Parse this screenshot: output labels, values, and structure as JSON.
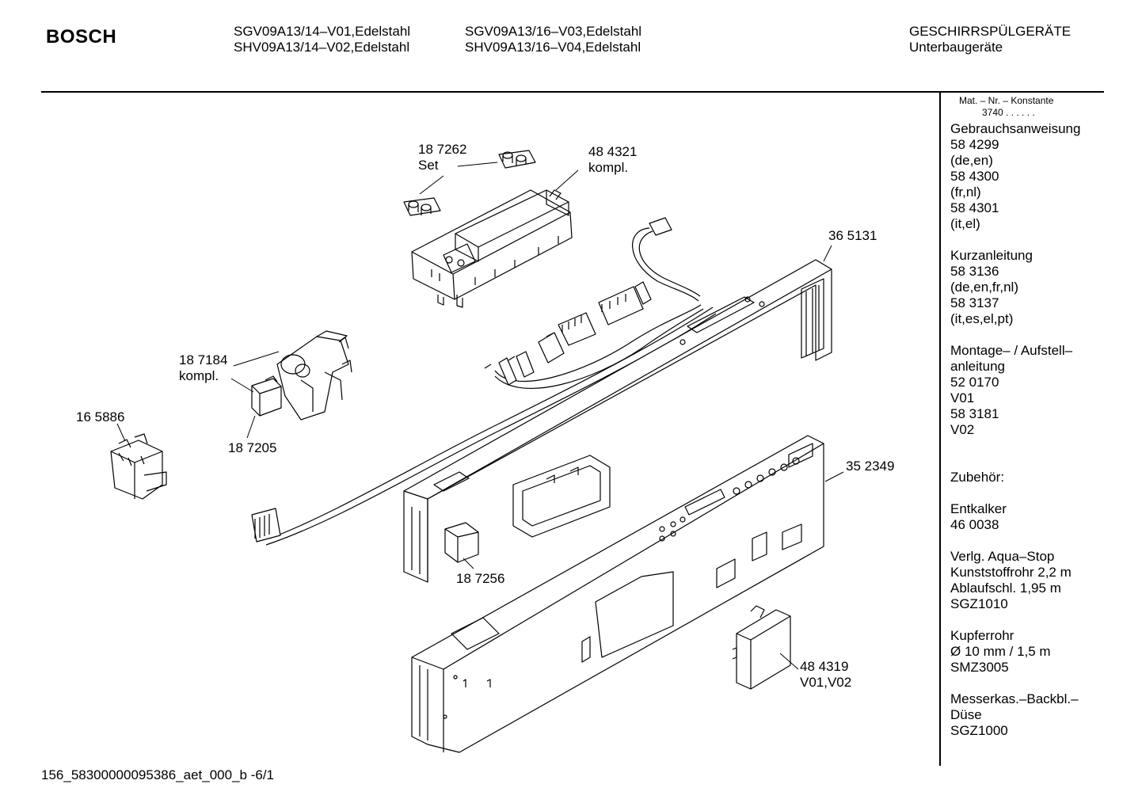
{
  "header": {
    "brand": "BOSCH",
    "models_col1": [
      "SGV09A13/14–V01,Edelstahl",
      "SHV09A13/14–V02,Edelstahl"
    ],
    "models_col2": [
      "SGV09A13/16–V03,Edelstahl",
      "SHV09A13/16–V04,Edelstahl"
    ],
    "category": "GESCHIRRSPÜLGERÄTE",
    "subcategory": "Unterbaugeräte"
  },
  "sidebar": {
    "mat_header": "Mat. – Nr. – Konstante",
    "mat_value": "3740  .  .  .  .  .  .",
    "lines": [
      "Gebrauchsanweisung",
      "58 4299",
      "(de,en)",
      "58 4300",
      "(fr,nl)",
      "58 4301",
      "(it,el)",
      "",
      "Kurzanleitung",
      "58 3136",
      "(de,en,fr,nl)",
      "58 3137",
      "(it,es,el,pt)",
      "",
      "Montage– / Aufstell–",
      "anleitung",
      "52 0170",
      "V01",
      "58 3181",
      "V02",
      "",
      "",
      "Zubehör:",
      "",
      "Entkalker",
      "46 0038",
      "",
      "Verlg. Aqua–Stop",
      "Kunststoffrohr 2,2 m",
      "Ablaufschl. 1,95 m",
      "SGZ1010",
      "",
      "Kupferrohr",
      "Ø 10 mm / 1,5 m",
      "SMZ3005",
      "",
      "Messerkas.–Backbl.–",
      "Düse",
      "SGZ1000"
    ]
  },
  "parts": {
    "p187262": [
      "18 7262",
      "Set"
    ],
    "p484321": [
      "48 4321",
      "kompl."
    ],
    "p365131": [
      "36 5131"
    ],
    "p187184": [
      "18 7184",
      "kompl."
    ],
    "p187205": [
      "18 7205"
    ],
    "p165886": [
      "16 5886"
    ],
    "p352349": [
      "35 2349"
    ],
    "p187256": [
      "18 7256"
    ],
    "p484319": [
      "48 4319",
      "V01,V02"
    ]
  },
  "footer": {
    "code": "156_58300000095386_aet_000_b  -6/1"
  }
}
